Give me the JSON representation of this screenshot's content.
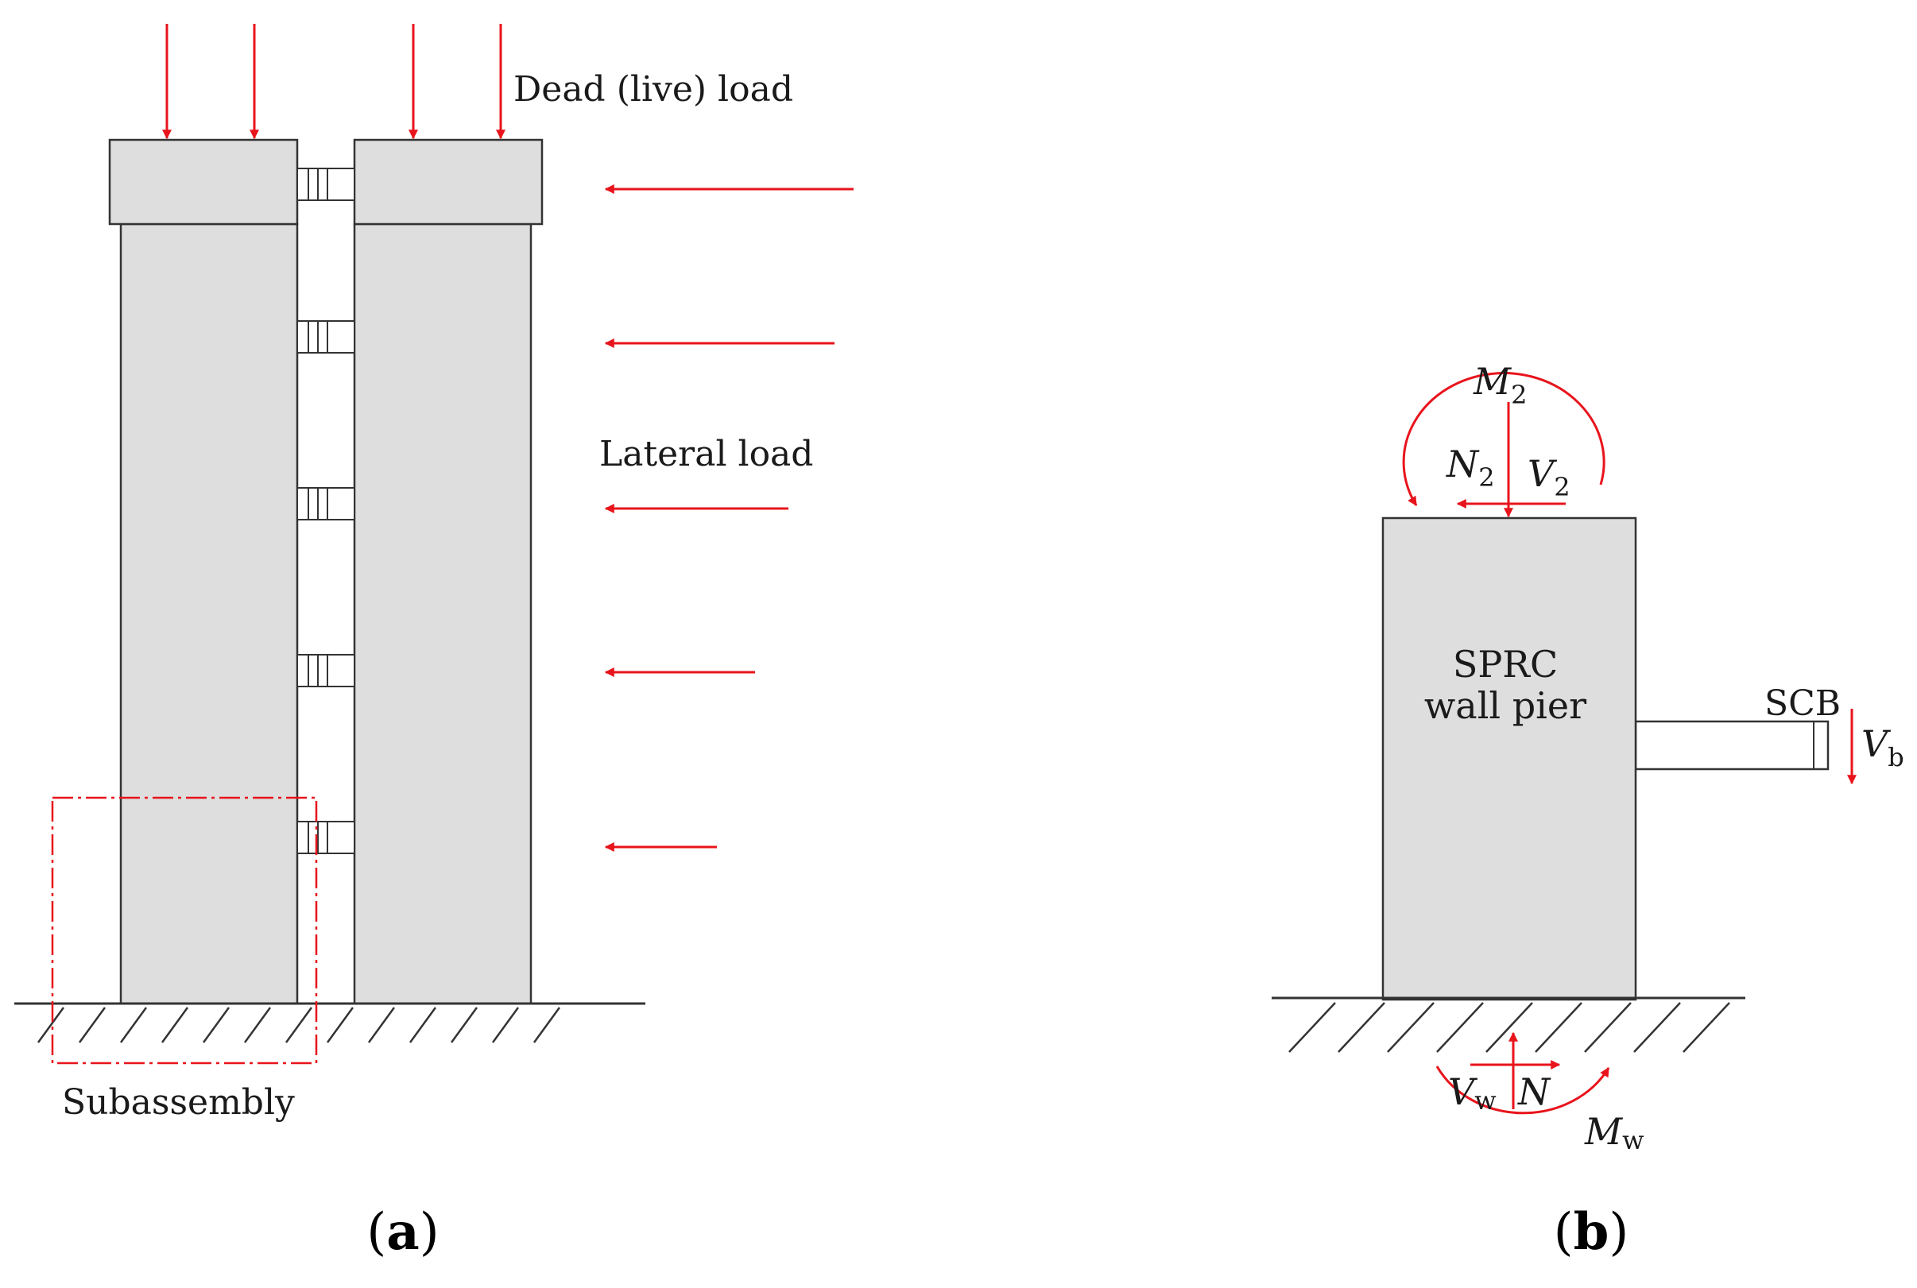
{
  "panel_a": {
    "caption_open": "(",
    "caption_letter": "a",
    "caption_close": ")",
    "dead_load_label": "Dead (live) load",
    "lateral_load_label": "Lateral load",
    "subassembly_label": "Subassembly"
  },
  "panel_b": {
    "caption_open": "(",
    "caption_letter": "b",
    "caption_close": ")",
    "wall_label_line1": "SPRC",
    "wall_label_line2": "wall pier",
    "beam_label": "SCB",
    "m2": {
      "sym": "M",
      "sub": "2"
    },
    "n2": {
      "sym": "N",
      "sub": "2"
    },
    "v2": {
      "sym": "V",
      "sub": "2"
    },
    "vb": {
      "sym": "V",
      "sub": "b"
    },
    "vw": {
      "sym": "V",
      "sub": "w"
    },
    "n": {
      "sym": "N"
    },
    "mw": {
      "sym": "M",
      "sub": "w"
    }
  },
  "colors": {
    "load_arrow": "#e8141c",
    "member_fill": "#dedede",
    "outline": "#333333",
    "subassembly_box": "#e8141c"
  }
}
